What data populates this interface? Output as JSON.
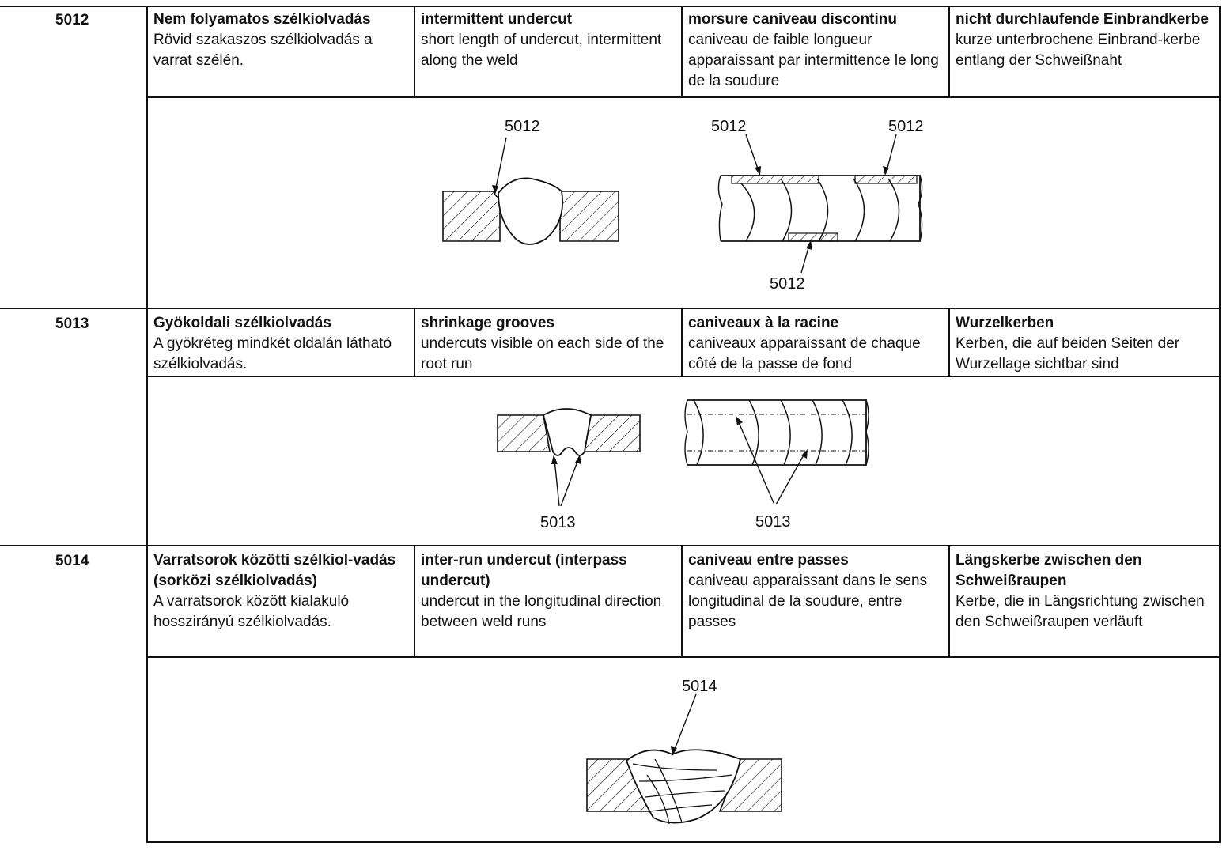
{
  "rows": [
    {
      "code": "5012",
      "cells": [
        {
          "title": "Nem folyamatos szélkiolvadás",
          "desc": "Rövid szakaszos szélkiolvadás a varrat szélén."
        },
        {
          "title": "intermittent undercut",
          "desc": "short length of undercut, intermittent along the weld"
        },
        {
          "title": "morsure caniveau discontinu",
          "desc": "caniveau de faible longueur apparaissant par intermittence le long de la soudure"
        },
        {
          "title": "nicht durchlaufende Einbrandkerbe",
          "desc": "kurze unterbrochene Einbrand-kerbe entlang der Schweißnaht"
        }
      ],
      "figure_labels": [
        "5012",
        "5012",
        "5012",
        "5012"
      ]
    },
    {
      "code": "5013",
      "cells": [
        {
          "title": "Gyökoldali szélkiolvadás",
          "desc": "A gyökréteg mindkét oldalán látható szélkiolvadás."
        },
        {
          "title": "shrinkage grooves",
          "desc": "undercuts visible on each side of the root run"
        },
        {
          "title": "caniveaux à la racine",
          "desc": "caniveaux apparaissant de chaque côté de la passe de fond"
        },
        {
          "title": "Wurzelkerben",
          "desc": "Kerben, die auf beiden Seiten der Wurzellage sichtbar sind"
        }
      ],
      "figure_labels": [
        "5013",
        "5013"
      ]
    },
    {
      "code": "5014",
      "cells": [
        {
          "title": "Varratsorok közötti szélkiol-vadás (sorközi szélkiolvadás)",
          "desc": "A varratsorok között kialakuló hosszirányú szélkiolvadás."
        },
        {
          "title": "inter-run undercut (interpass undercut)",
          "desc": "undercut in the longitudinal direction between weld runs"
        },
        {
          "title": "caniveau entre passes",
          "desc": "caniveau apparaissant dans le sens longitudinal de la soudure, entre passes"
        },
        {
          "title": "Längskerbe zwischen den Schweißraupen",
          "desc": "Kerbe, die in Längsrichtung zwischen den Schweißraupen verläuft"
        }
      ],
      "figure_labels": [
        "5014"
      ]
    }
  ]
}
